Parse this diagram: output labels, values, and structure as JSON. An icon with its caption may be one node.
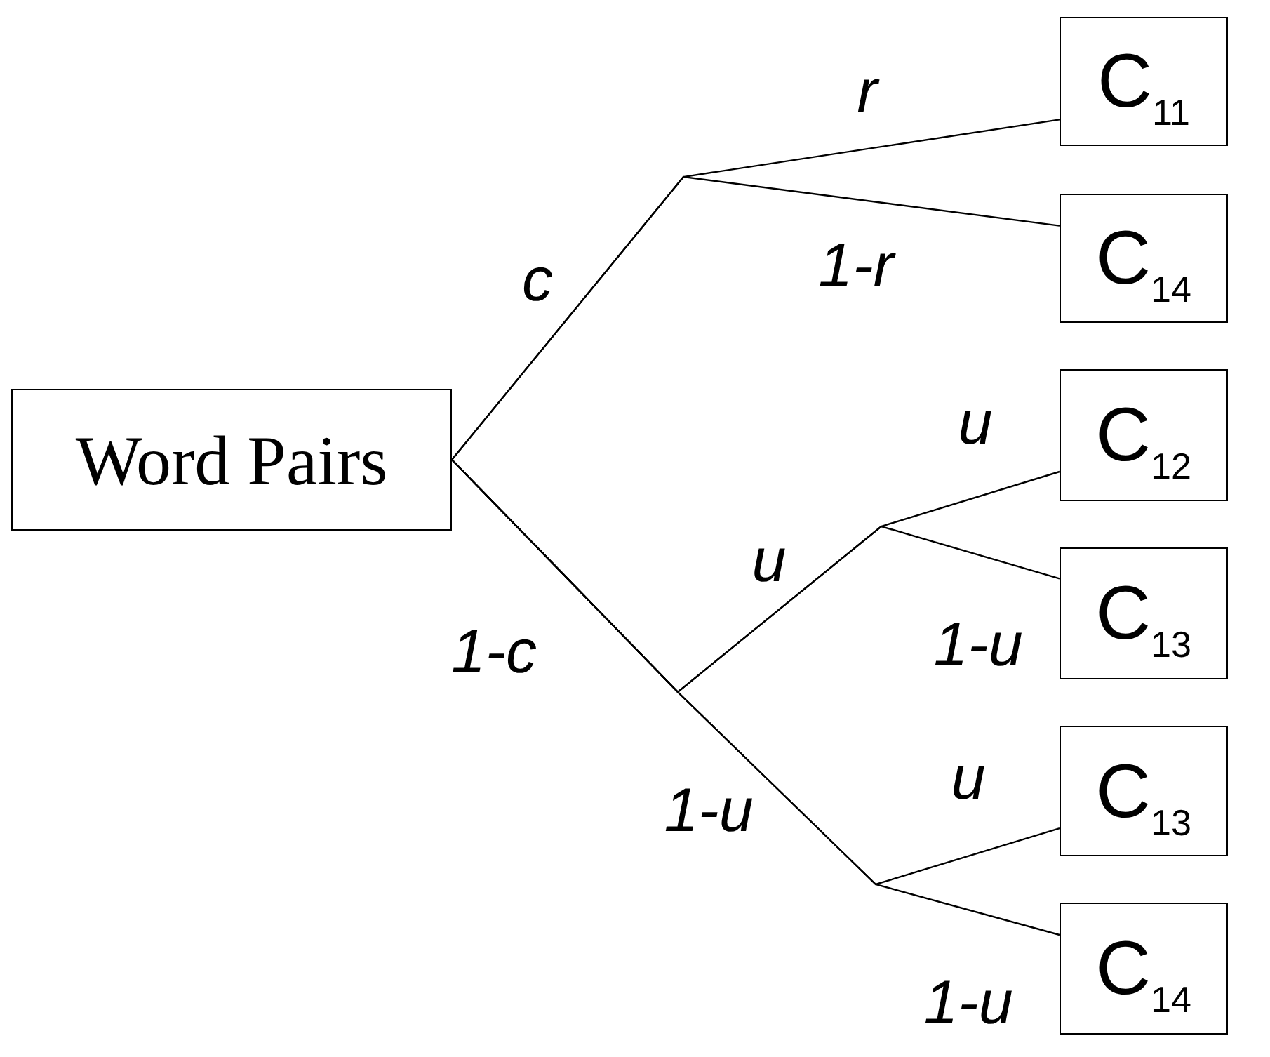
{
  "diagram": {
    "nodes": [
      {
        "text": [
          "Word Pairs"
        ]
      },
      {
        "text": [
          "C$_{11}$"
        ]
      },
      {
        "text": [
          "C$_{14}$"
        ]
      },
      {
        "text": [
          "C$_{12}$"
        ]
      },
      {
        "text": [
          "C$_{13}$"
        ]
      },
      {
        "text": [
          "C$_{13}$"
        ]
      },
      {
        "text": [
          "C$_{14}$"
        ]
      }
    ],
    "edges": [
      {
        "from": 0,
        "to": 1,
        "arrow": "none",
        "label": "r"
      },
      {
        "from": 0,
        "to": 2,
        "arrow": "none",
        "label": "1-r"
      },
      {
        "from": 0,
        "to": 3,
        "arrow": "none",
        "label": "u"
      },
      {
        "from": 0,
        "to": 4,
        "arrow": "none",
        "label": "1-u"
      },
      {
        "from": 0,
        "to": 5,
        "arrow": "none",
        "label": "u"
      },
      {
        "from": 0,
        "to": 6,
        "arrow": "none",
        "label": "1-u"
      }
    ],
    "labels": [
      "c",
      "1-c",
      "u",
      "1-u"
    ]
  }
}
